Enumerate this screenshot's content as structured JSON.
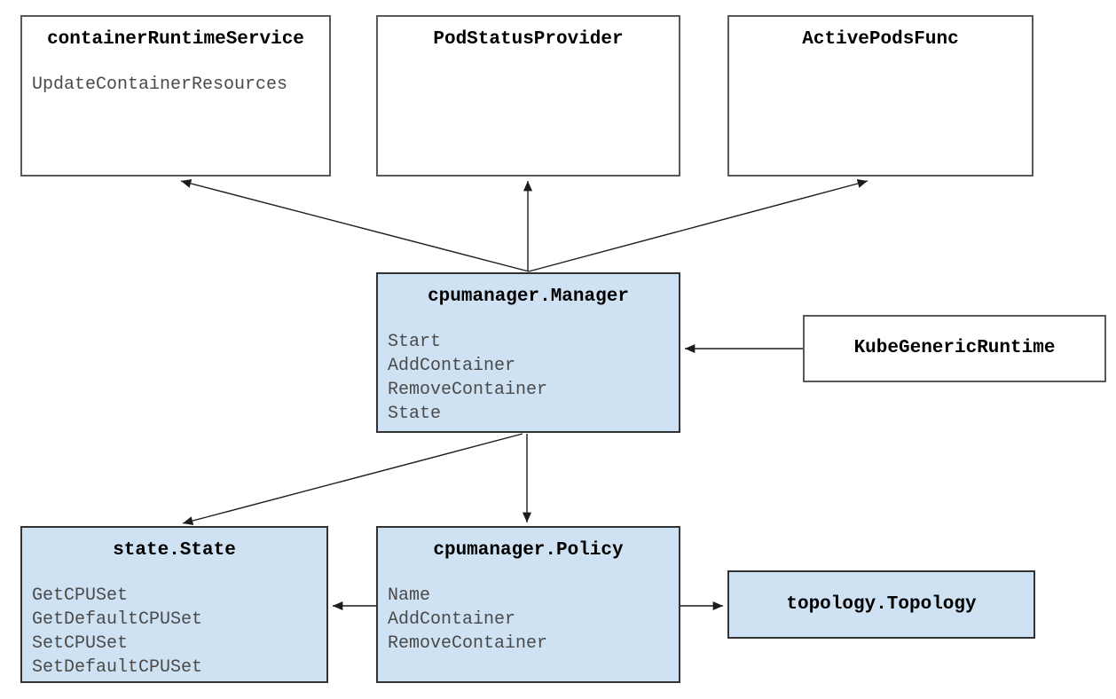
{
  "diagram": {
    "subject": "kubelet cpumanager architecture",
    "colors": {
      "background": "#ffffff",
      "box_fill_blue": "#cfe2f3",
      "box_fill_white": "#ffffff",
      "box_border_dark": "#323232",
      "box_border_gray": "#595959",
      "title_text": "#000000",
      "method_text": "#4a4a4a",
      "arrow": "#1c1c1c"
    },
    "boxes": [
      {
        "id": "containerRuntimeService",
        "title": "containerRuntimeService",
        "fill": "white",
        "methods": [
          "UpdateContainerResources"
        ]
      },
      {
        "id": "PodStatusProvider",
        "title": "PodStatusProvider",
        "fill": "white",
        "methods": []
      },
      {
        "id": "ActivePodsFunc",
        "title": "ActivePodsFunc",
        "fill": "white",
        "methods": []
      },
      {
        "id": "cpumanager.Manager",
        "title": "cpumanager.Manager",
        "fill": "blue",
        "methods": [
          "Start",
          "AddContainer",
          "RemoveContainer",
          "State"
        ]
      },
      {
        "id": "KubeGenericRuntime",
        "title": "KubeGenericRuntime",
        "fill": "white",
        "methods": []
      },
      {
        "id": "state.State",
        "title": "state.State",
        "fill": "blue",
        "methods": [
          "GetCPUSet",
          "GetDefaultCPUSet",
          "SetCPUSet",
          "SetDefaultCPUSet"
        ]
      },
      {
        "id": "cpumanager.Policy",
        "title": "cpumanager.Policy",
        "fill": "blue",
        "methods": [
          "Name",
          "AddContainer",
          "RemoveContainer"
        ]
      },
      {
        "id": "topology.Topology",
        "title": "topology.Topology",
        "fill": "blue",
        "methods": []
      }
    ],
    "edges": [
      {
        "from": "cpumanager.Manager",
        "to": "containerRuntimeService"
      },
      {
        "from": "cpumanager.Manager",
        "to": "PodStatusProvider"
      },
      {
        "from": "cpumanager.Manager",
        "to": "ActivePodsFunc"
      },
      {
        "from": "cpumanager.Manager",
        "to": "state.State"
      },
      {
        "from": "cpumanager.Manager",
        "to": "cpumanager.Policy"
      },
      {
        "from": "KubeGenericRuntime",
        "to": "cpumanager.Manager"
      },
      {
        "from": "cpumanager.Policy",
        "to": "state.State"
      },
      {
        "from": "cpumanager.Policy",
        "to": "topology.Topology"
      }
    ]
  }
}
